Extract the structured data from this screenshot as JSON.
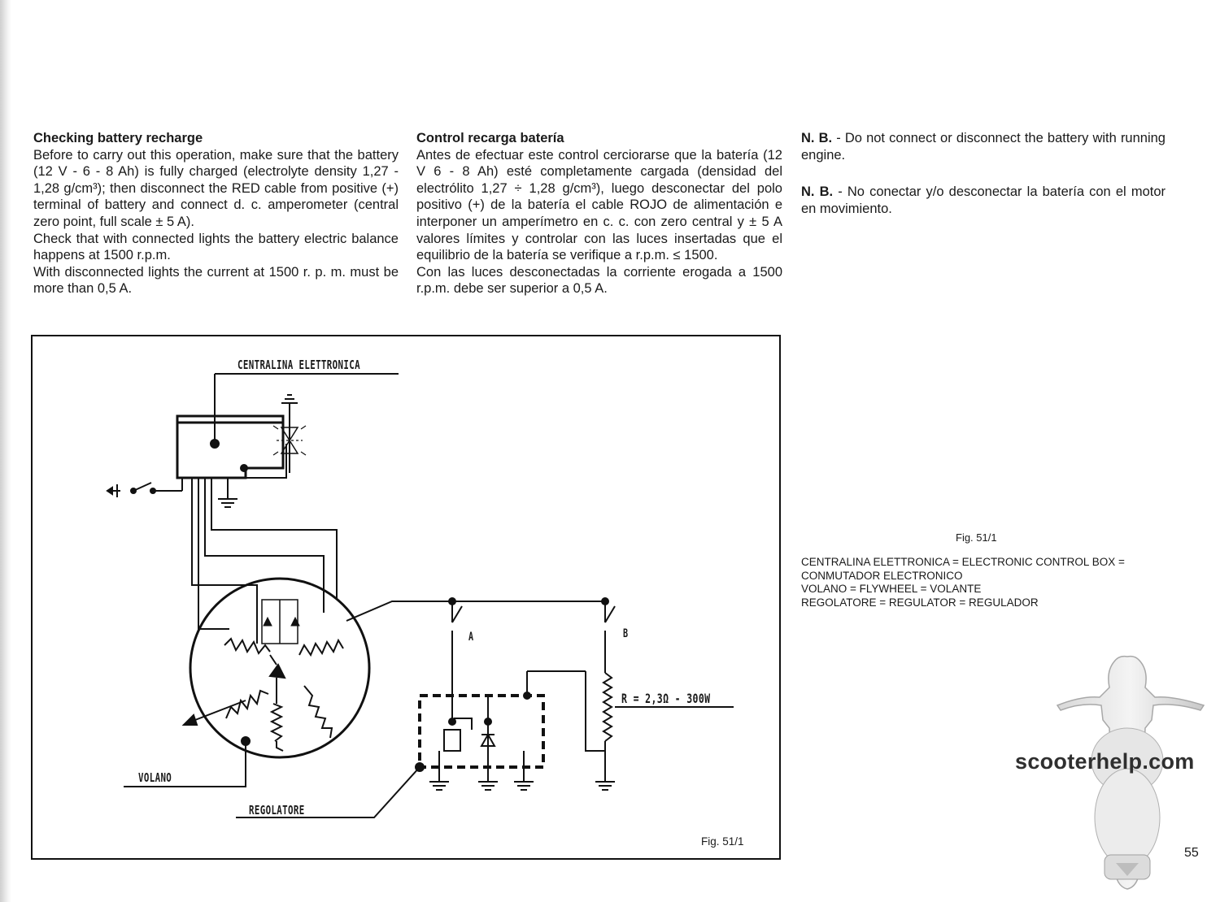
{
  "col1": {
    "title": "Checking battery recharge",
    "lines": [
      "Before to carry out this operation, make sure that the battery (12 V - 6 - 8 Ah) is fully charged (electrolyte density 1,27 - 1,28 g/cm³); then disconnect the RED cable from positive (+) terminal of battery and connect d. c. amperometer (central zero point, full scale ± 5 A).",
      "Check that with connected lights the battery electric balance happens at 1500 r.p.m.",
      "With disconnected lights the current at 1500 r. p. m. must be more than 0,5 A."
    ]
  },
  "col2": {
    "title": "Control recarga batería",
    "lines": [
      "Antes de efectuar este control cerciorarse que la batería (12 V 6 - 8 Ah) esté completamente cargada (densidad del electrólito 1,27 ÷ 1,28 g/cm³), luego desconectar del polo positivo (+) de la batería el cable ROJO de alimentación e interponer un amperímetro en c. c. con zero central y ± 5 A valores límites y controlar con las luces insertadas que el equilibrio de la batería se verifique a r.p.m. ≤ 1500.",
      "Con las luces desconectadas la corriente erogada a 1500 r.p.m. debe ser superior a 0,5 A."
    ]
  },
  "notes": [
    {
      "lead": "N. B.",
      "text": " - Do not connect or disconnect the battery with running engine."
    },
    {
      "lead": "N. B.",
      "text": " - No conectar y/o desconectar la batería con el motor en movimiento."
    }
  ],
  "fig_caption": "Fig. 51/1",
  "legend": [
    "CENTRALINA ELETTRONICA = ELECTRONIC CONTROL BOX =",
    "CONMUTADOR ELECTRONICO",
    "VOLANO = FLYWHEEL = VOLANTE",
    "REGOLATORE = REGULATOR = REGULADOR"
  ],
  "diagram": {
    "label_centralina": "CENTRALINA ELETTRONICA",
    "label_volano": "VOLANO",
    "label_regolatore": "REGOLATORE",
    "label_a": "A",
    "label_b": "B",
    "label_r": "R = 2,3Ω - 300W",
    "fig": "Fig. 51/1"
  },
  "brand": "scooterhelp.com",
  "page_number": "55"
}
